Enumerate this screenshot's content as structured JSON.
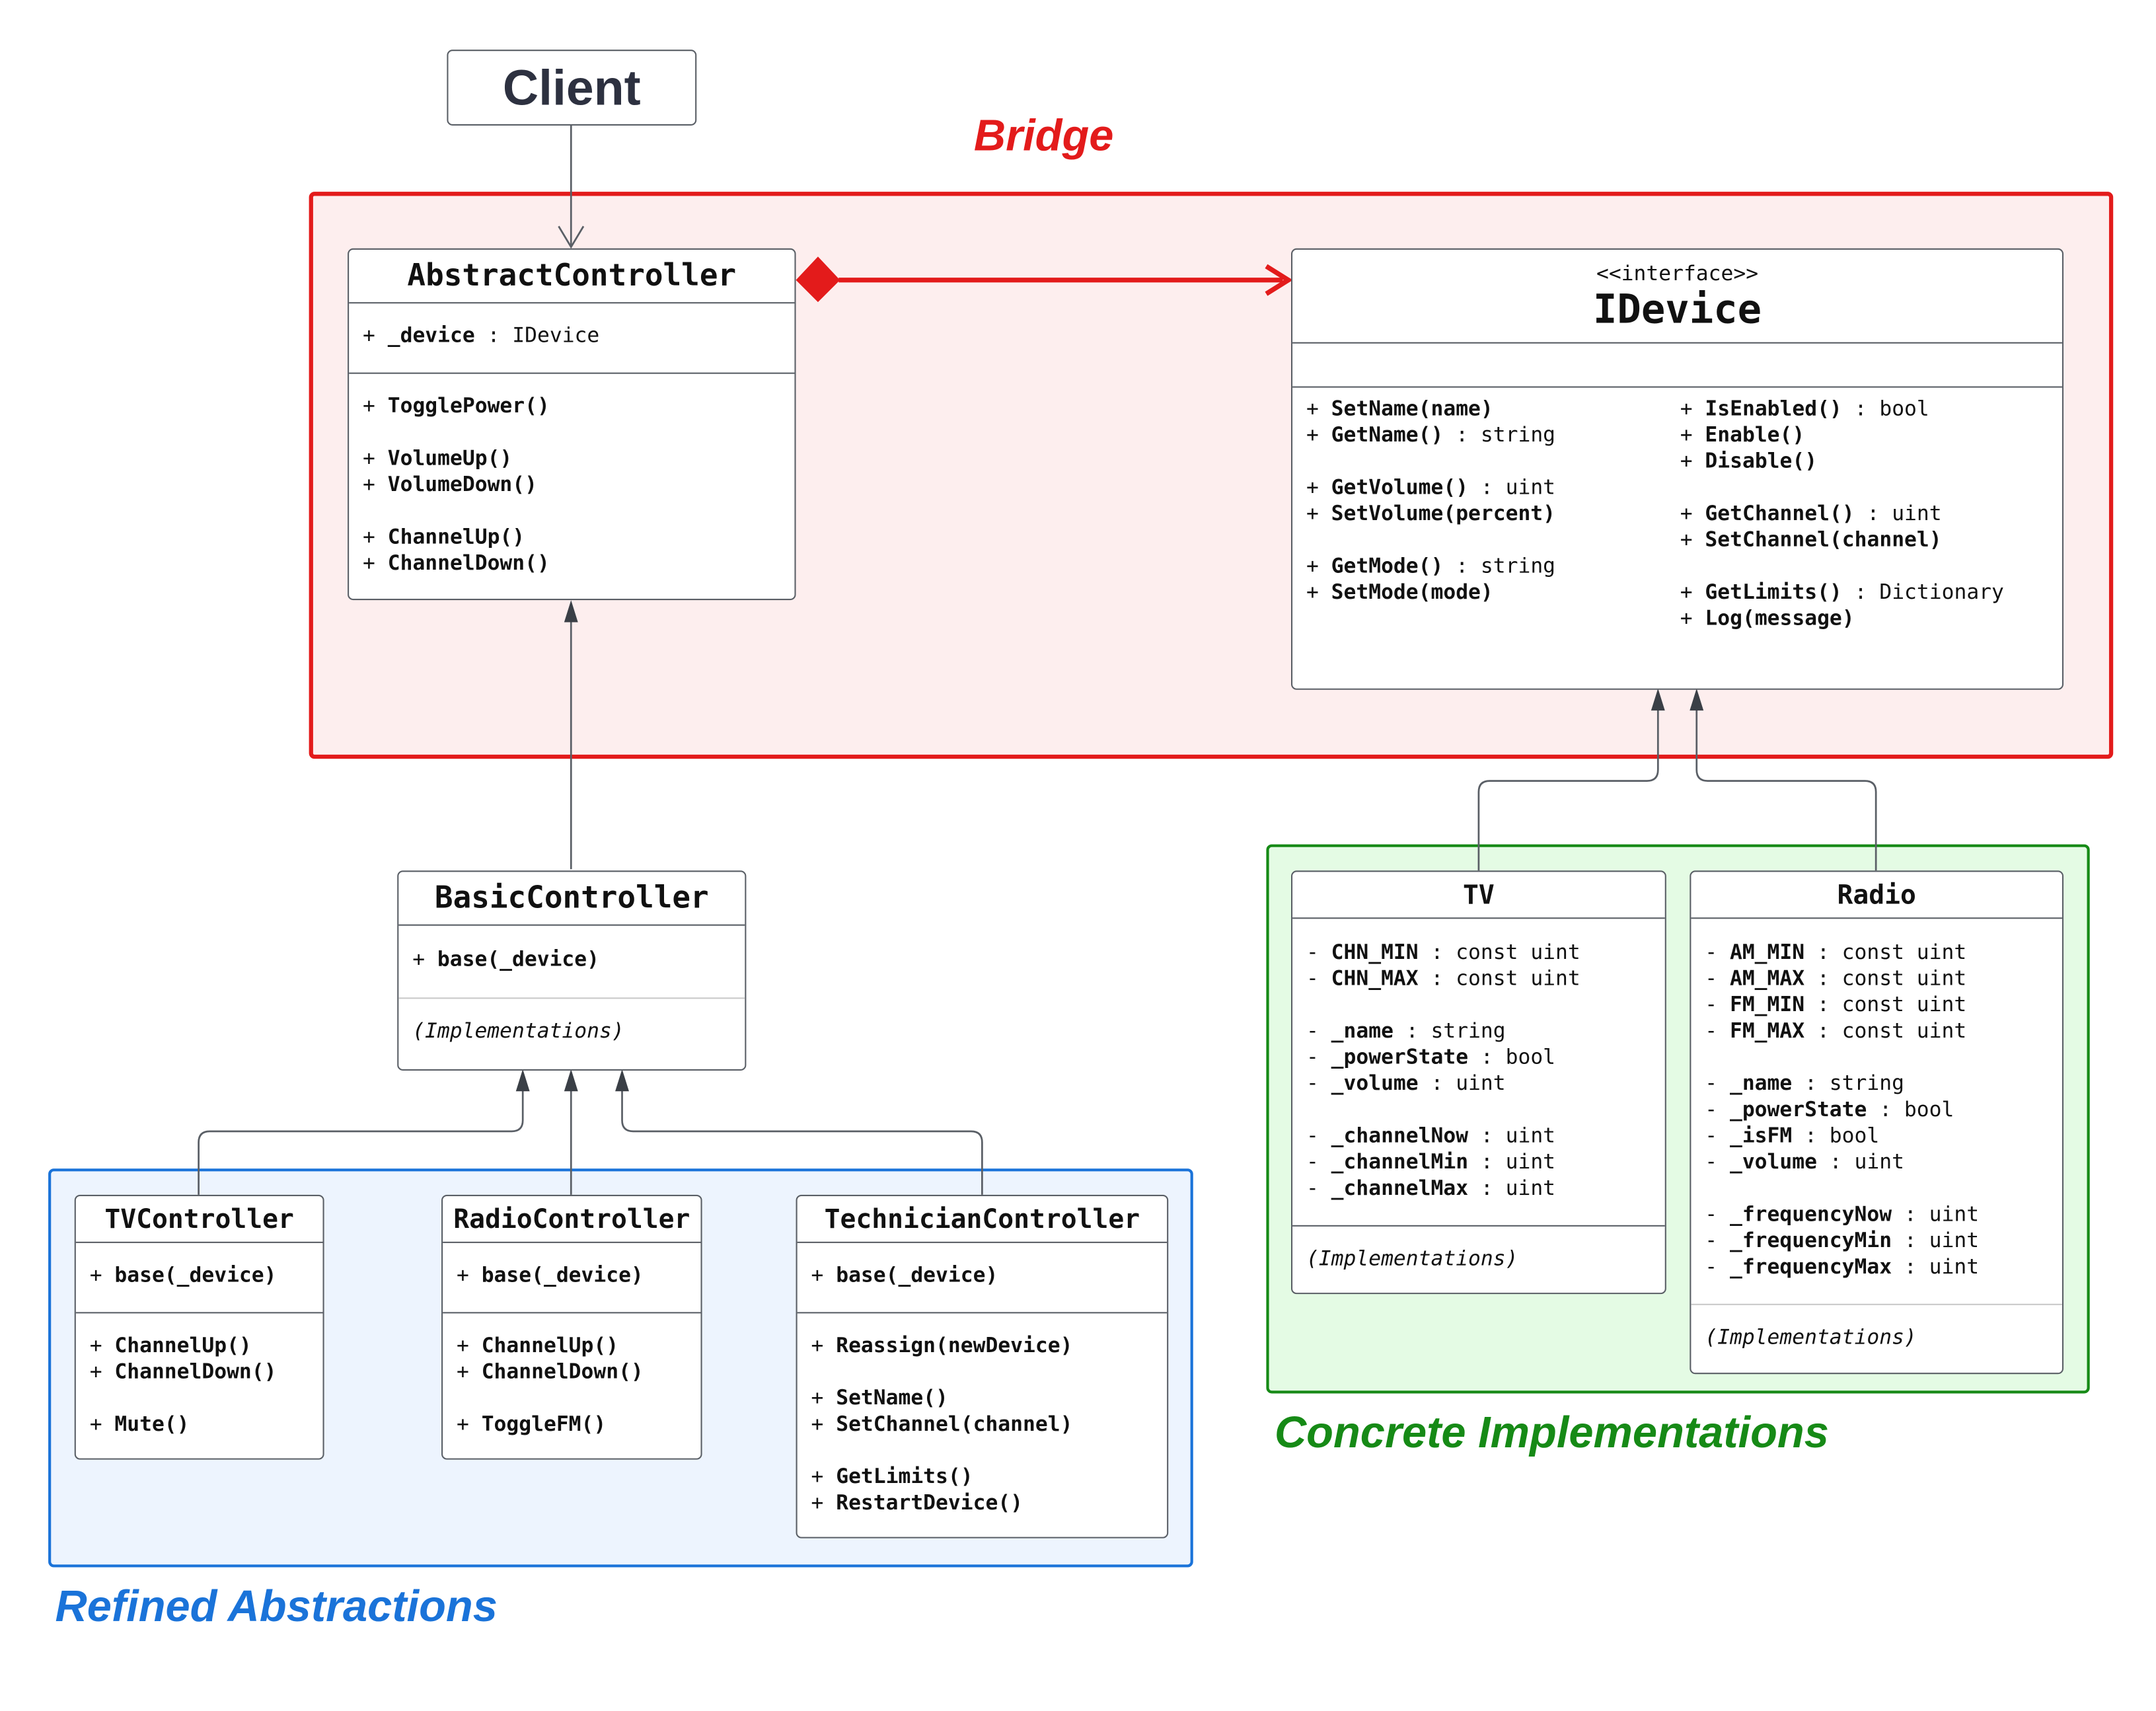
{
  "regions": {
    "bridge_label": "Bridge",
    "refined_label": "Refined Abstractions",
    "concrete_label": "Concrete Implementations"
  },
  "colors": {
    "bridge": "#e31b1b",
    "refined": "#1a73d9",
    "concrete": "#168a16",
    "connector": "#5a5f66"
  },
  "client": {
    "name": "Client"
  },
  "abstract_controller": {
    "name": "AbstractController",
    "attributes": [
      [
        "+ ",
        "_device",
        " : IDevice"
      ]
    ],
    "methods": [
      [
        "+ ",
        "TogglePower()",
        ""
      ],
      null,
      [
        "+ ",
        "VolumeUp()",
        ""
      ],
      [
        "+ ",
        "VolumeDown()",
        ""
      ],
      null,
      [
        "+ ",
        "ChannelUp()",
        ""
      ],
      [
        "+ ",
        "ChannelDown()",
        ""
      ]
    ]
  },
  "idevice": {
    "stereotype": "<<interface>>",
    "name": "IDevice",
    "methods_left": [
      [
        "+ ",
        "SetName(name)",
        ""
      ],
      [
        "+ ",
        "GetName()",
        " : string"
      ],
      null,
      [
        "+ ",
        "GetVolume()",
        " : uint"
      ],
      [
        "+ ",
        "SetVolume(percent)",
        ""
      ],
      null,
      [
        "+ ",
        "GetMode()",
        " : string"
      ],
      [
        "+ ",
        "SetMode(mode)",
        ""
      ]
    ],
    "methods_right": [
      [
        "+ ",
        "IsEnabled()",
        " : bool"
      ],
      [
        "+ ",
        "Enable()",
        ""
      ],
      [
        "+ ",
        "Disable()",
        ""
      ],
      null,
      [
        "+ ",
        "GetChannel()",
        " : uint"
      ],
      [
        "+ ",
        "SetChannel(channel)",
        ""
      ],
      null,
      [
        "+ ",
        "GetLimits()",
        " : Dictionary"
      ],
      [
        "+ ",
        "Log(message)",
        ""
      ]
    ]
  },
  "basic_controller": {
    "name": "BasicController",
    "attributes": [
      [
        "+ ",
        "base(_device)",
        ""
      ]
    ],
    "note": "(Implementations)"
  },
  "tv_controller": {
    "name": "TVController",
    "attributes": [
      [
        "+ ",
        "base(_device)",
        ""
      ]
    ],
    "methods": [
      [
        "+ ",
        "ChannelUp()",
        ""
      ],
      [
        "+ ",
        "ChannelDown()",
        ""
      ],
      null,
      [
        "+ ",
        "Mute()",
        ""
      ]
    ]
  },
  "radio_controller": {
    "name": "RadioController",
    "attributes": [
      [
        "+ ",
        "base(_device)",
        ""
      ]
    ],
    "methods": [
      [
        "+ ",
        "ChannelUp()",
        ""
      ],
      [
        "+ ",
        "ChannelDown()",
        ""
      ],
      null,
      [
        "+ ",
        "ToggleFM()",
        ""
      ]
    ]
  },
  "technician_controller": {
    "name": "TechnicianController",
    "attributes": [
      [
        "+ ",
        "base(_device)",
        ""
      ]
    ],
    "methods": [
      [
        "+ ",
        "Reassign(newDevice)",
        ""
      ],
      null,
      [
        "+ ",
        "SetName()",
        ""
      ],
      [
        "+ ",
        "SetChannel(channel)",
        ""
      ],
      null,
      [
        "+ ",
        "GetLimits()",
        ""
      ],
      [
        "+ ",
        "RestartDevice()",
        ""
      ]
    ]
  },
  "tv": {
    "name": "TV",
    "attributes": [
      [
        "- ",
        "CHN_MIN",
        " : const uint"
      ],
      [
        "- ",
        "CHN_MAX",
        " : const uint"
      ],
      null,
      [
        "- ",
        "_name",
        " : string"
      ],
      [
        "- ",
        "_powerState",
        " : bool"
      ],
      [
        "- ",
        "_volume",
        " : uint"
      ],
      null,
      [
        "- ",
        "_channelNow",
        " : uint"
      ],
      [
        "- ",
        "_channelMin",
        " : uint"
      ],
      [
        "- ",
        "_channelMax",
        " : uint"
      ]
    ],
    "note": "(Implementations)"
  },
  "radio": {
    "name": "Radio",
    "attributes": [
      [
        "- ",
        "AM_MIN",
        " : const uint"
      ],
      [
        "- ",
        "AM_MAX",
        " : const uint"
      ],
      [
        "- ",
        "FM_MIN",
        " : const uint"
      ],
      [
        "- ",
        "FM_MAX",
        " : const uint"
      ],
      null,
      [
        "- ",
        "_name",
        " : string"
      ],
      [
        "- ",
        "_powerState",
        " : bool"
      ],
      [
        "- ",
        "_isFM",
        " : bool"
      ],
      [
        "- ",
        "_volume",
        " : uint"
      ],
      null,
      [
        "- ",
        "_frequencyNow",
        " : uint"
      ],
      [
        "- ",
        "_frequencyMin",
        " : uint"
      ],
      [
        "- ",
        "_frequencyMax",
        " : uint"
      ]
    ],
    "note": "(Implementations)"
  }
}
